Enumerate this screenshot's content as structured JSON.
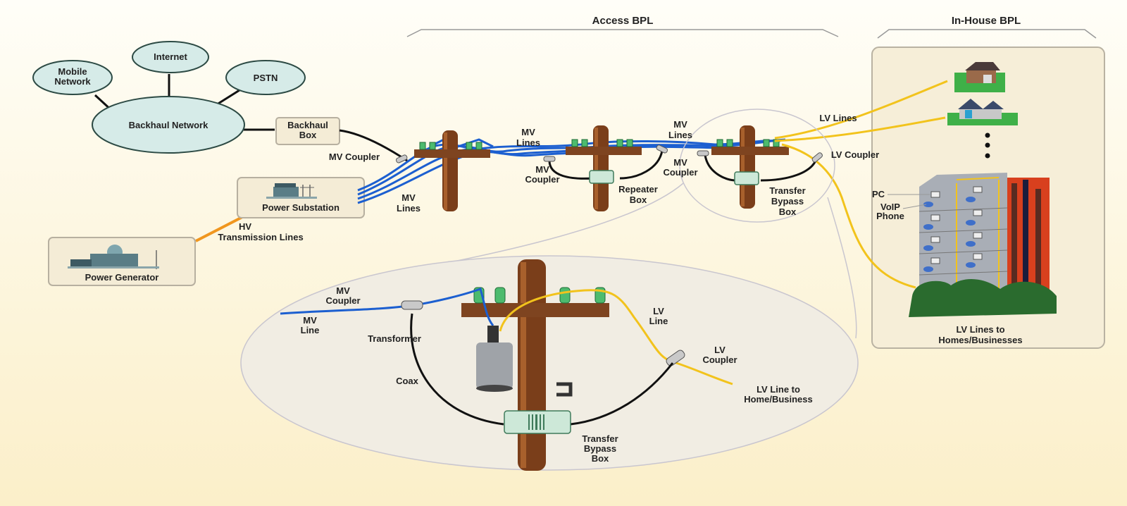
{
  "title": "Broadband over Power Lines (BPL) Architecture",
  "sections": {
    "access": "Access BPL",
    "in_house": "In-House BPL"
  },
  "network": {
    "mobile": [
      "Mobile",
      "Network"
    ],
    "internet": "Internet",
    "pstn": "PSTN",
    "backhaul_network": "Backhaul Network",
    "backhaul_box": [
      "Backhaul",
      "Box"
    ]
  },
  "power": {
    "substation": "Power Substation",
    "generator": "Power Generator",
    "hv_lines": [
      "HV",
      "Transmission Lines"
    ]
  },
  "access_labels": {
    "mv_coupler_1": "MV Coupler",
    "mv_lines_lower": [
      "MV",
      "Lines"
    ],
    "mv_lines_mid": [
      "MV",
      "Lines"
    ],
    "mv_coupler_2": [
      "MV",
      "Coupler"
    ],
    "repeater_box": [
      "Repeater",
      "Box"
    ],
    "mv_lines_right": [
      "MV",
      "Lines"
    ],
    "mv_coupler_3": [
      "MV",
      "Coupler"
    ],
    "transfer_bypass": [
      "Transfer",
      "Bypass",
      "Box"
    ],
    "lv_lines": "LV Lines",
    "lv_coupler": "LV Coupler"
  },
  "in_house_labels": {
    "pc": "PC",
    "voip": [
      "VoIP",
      "Phone"
    ],
    "lv_to_homes": [
      "LV Lines to",
      "Homes/Businesses"
    ]
  },
  "detail": {
    "mv_coupler": [
      "MV",
      "Coupler"
    ],
    "mv_line": [
      "MV",
      "Line"
    ],
    "transformer": "Transformer",
    "coax": "Coax",
    "lv_line": [
      "LV",
      "Line"
    ],
    "lv_coupler": [
      "LV",
      "Coupler"
    ],
    "lv_to_home": [
      "LV Line to",
      "Home/Business"
    ],
    "transfer_bypass": [
      "Transfer",
      "Bypass",
      "Box"
    ]
  },
  "colors": {
    "mv_line": "#1c5fd0",
    "lv_line": "#f2c31c",
    "hv_line": "#f0961e",
    "pole": "#7a3e1a",
    "building": "#d8401e"
  }
}
